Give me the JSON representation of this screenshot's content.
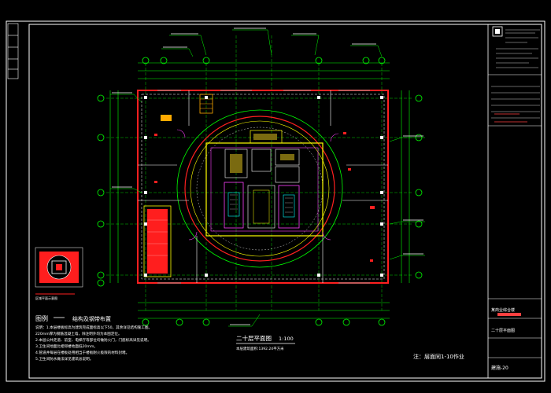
{
  "drawing": {
    "plan_title": "二十层平面图",
    "scale": "1:100",
    "plan_subtitle": "本层建筑面积:1392.24平方米",
    "note_bottom_right": "注：层面同1-10作业",
    "legend_title": "图例",
    "legend_heading": "结构及钢带布置",
    "legend_notes": [
      "说明：1.本层楼板标高为建筑完成面标高以下50，其余详见结构施工图。",
      "      220mm厚为钢筋混凝土墙，除注明外均为本图定位。",
      "2.本层公共走道、前室、电梯厅等部位均做防火门，门底标高详见说明。",
      "3.卫生间地面比相邻楼地面低20mm。",
      "4.管道井每层在楼板处用相当于楼板耐火极限的材料封堵。",
      "5.卫生间防水做法详见建筑总说明。"
    ],
    "keyplan_caption": "区域平面示意图"
  },
  "title_block": {
    "project": "某商业综合楼",
    "sheet_name": "二十层平面图",
    "sheet_no": "建施-20"
  },
  "colors": {
    "background": "#000000",
    "grid": "#00ff00",
    "wall": "#ff2020",
    "column": "#ffffff",
    "dimension": "#00ff00",
    "core": "#ff40ff",
    "yellow": "#ffff00",
    "cyan": "#00ffff"
  }
}
